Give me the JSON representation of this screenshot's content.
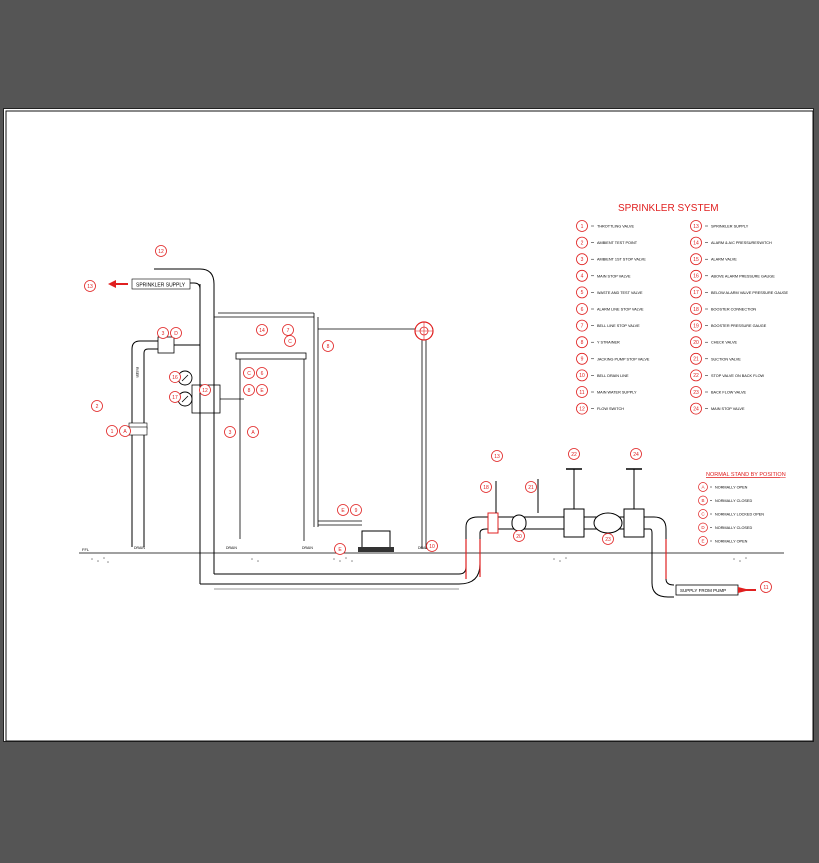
{
  "title": "SPRINKLER SYSTEM",
  "legend_left": [
    {
      "num": "1",
      "label": "THROTTLING VALVE"
    },
    {
      "num": "2",
      "label": "AMBIENT TEST POINT"
    },
    {
      "num": "3",
      "label": "AMBIENT 1ST STOP VALVE"
    },
    {
      "num": "4",
      "label": "MAIN STOP VALVE"
    },
    {
      "num": "5",
      "label": "WASTE AND TEST VALVE"
    },
    {
      "num": "6",
      "label": "ALARM LINE STOP VALVE"
    },
    {
      "num": "7",
      "label": "BELL LINE STOP VALVE"
    },
    {
      "num": "8",
      "label": "Y STRAINER"
    },
    {
      "num": "9",
      "label": "JACKING PUMP STOP VALVE"
    },
    {
      "num": "10",
      "label": "BELL DRAIN LINE"
    },
    {
      "num": "11",
      "label": "MAIN WATER SUPPLY"
    },
    {
      "num": "12",
      "label": "FLOW SWITCH"
    }
  ],
  "legend_right": [
    {
      "num": "13",
      "label": "SPRINKLER SUPPLY"
    },
    {
      "num": "14",
      "label": "ALARM & A/C PRESSURESWITCH"
    },
    {
      "num": "15",
      "label": "ALARM VALVE"
    },
    {
      "num": "16",
      "label": "ABOVE ALARM PRESSURE GAUGE"
    },
    {
      "num": "17",
      "label": "BELOW ALARM VALVE PRESSURE GAUGE"
    },
    {
      "num": "18",
      "label": "BOOSTER CONNECTION"
    },
    {
      "num": "19",
      "label": "BOOSTER PRESSURE GAUGE"
    },
    {
      "num": "20",
      "label": "CHECK VALVE"
    },
    {
      "num": "21",
      "label": "SUCTION VALVE"
    },
    {
      "num": "22",
      "label": "STOP VALVE ON BACK FLOW"
    },
    {
      "num": "23",
      "label": "BACK FLOW VALVE"
    },
    {
      "num": "24",
      "label": "MAIN STOP VALVE"
    }
  ],
  "position_title": "NORMAL STAND BY POSITION",
  "positions": [
    {
      "letter": "A",
      "label": "NORMALLY OPEN"
    },
    {
      "letter": "B",
      "label": "NORMALLY CLOSED"
    },
    {
      "letter": "C",
      "label": "NORMALLY LOCKED OPEN"
    },
    {
      "letter": "D",
      "label": "NORMALLY CLOSED"
    },
    {
      "letter": "E",
      "label": "NORMALLY OPEN"
    }
  ],
  "labels": {
    "sprinkler_supply": "SPRINKLER SUPPLY",
    "supply_from_pump": "SUPPLY FROM PUMP",
    "drain": "DRAIN",
    "ffl": "FFL",
    "riser": "RISER"
  },
  "colors": {
    "accent": "#e02020",
    "line": "#000000",
    "background": "#555555"
  }
}
